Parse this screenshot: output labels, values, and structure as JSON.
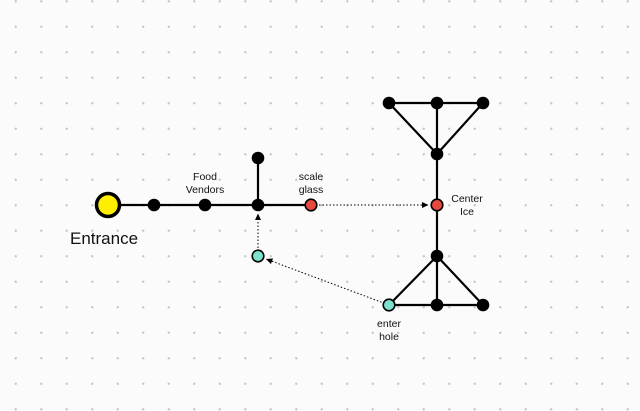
{
  "colors": {
    "edge": "#000000",
    "node": "#000000",
    "entrance_fill": "#ffee00",
    "landmark_red": "#e8483f",
    "portal_teal": "#7fe0cf",
    "grid_dot": "#c7c7c7"
  },
  "labels": {
    "entrance": "Entrance",
    "food_line1": "Food",
    "food_line2": "Vendors",
    "scale_line1": "scale",
    "scale_line2": "glass",
    "center_line1": "Center",
    "center_line2": "Ice",
    "enter_line1": "enter",
    "enter_line2": "hole"
  },
  "nodes": [
    {
      "id": "entrance",
      "kind": "entrance"
    },
    {
      "id": "n1",
      "kind": "plain"
    },
    {
      "id": "food",
      "kind": "plain"
    },
    {
      "id": "junction",
      "kind": "plain"
    },
    {
      "id": "junction-top",
      "kind": "plain"
    },
    {
      "id": "scale-glass",
      "kind": "landmark"
    },
    {
      "id": "center-ice",
      "kind": "landmark"
    },
    {
      "id": "upper-apex",
      "kind": "plain"
    },
    {
      "id": "upper-left",
      "kind": "plain"
    },
    {
      "id": "upper-mid",
      "kind": "plain"
    },
    {
      "id": "upper-right",
      "kind": "plain"
    },
    {
      "id": "lower-apex",
      "kind": "plain"
    },
    {
      "id": "enter-hole",
      "kind": "portal"
    },
    {
      "id": "lower-mid",
      "kind": "plain"
    },
    {
      "id": "lower-right",
      "kind": "plain"
    },
    {
      "id": "exit-portal",
      "kind": "portal"
    }
  ],
  "edges": [
    {
      "from": "entrance",
      "to": "n1",
      "style": "solid"
    },
    {
      "from": "n1",
      "to": "food",
      "style": "solid"
    },
    {
      "from": "food",
      "to": "junction",
      "style": "solid"
    },
    {
      "from": "junction",
      "to": "scale-glass",
      "style": "solid"
    },
    {
      "from": "junction",
      "to": "junction-top",
      "style": "solid"
    },
    {
      "from": "center-ice",
      "to": "upper-apex",
      "style": "solid"
    },
    {
      "from": "upper-apex",
      "to": "upper-left",
      "style": "solid"
    },
    {
      "from": "upper-apex",
      "to": "upper-mid",
      "style": "solid"
    },
    {
      "from": "upper-apex",
      "to": "upper-right",
      "style": "solid"
    },
    {
      "from": "upper-left",
      "to": "upper-mid",
      "style": "solid"
    },
    {
      "from": "upper-mid",
      "to": "upper-right",
      "style": "solid"
    },
    {
      "from": "center-ice",
      "to": "lower-apex",
      "style": "solid"
    },
    {
      "from": "lower-apex",
      "to": "enter-hole",
      "style": "solid"
    },
    {
      "from": "lower-apex",
      "to": "lower-mid",
      "style": "solid"
    },
    {
      "from": "lower-apex",
      "to": "lower-right",
      "style": "solid"
    },
    {
      "from": "enter-hole",
      "to": "lower-mid",
      "style": "solid"
    },
    {
      "from": "lower-mid",
      "to": "lower-right",
      "style": "solid"
    },
    {
      "from": "scale-glass",
      "to": "center-ice",
      "style": "dotted-arrow"
    },
    {
      "from": "enter-hole",
      "to": "exit-portal",
      "style": "dotted-arrow"
    },
    {
      "from": "exit-portal",
      "to": "junction",
      "style": "dotted-arrow"
    }
  ]
}
